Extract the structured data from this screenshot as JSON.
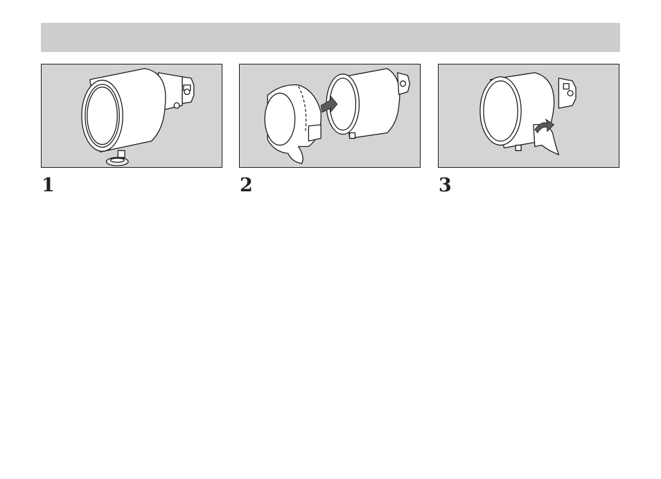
{
  "header": {
    "title": ""
  },
  "steps": [
    {
      "number": "1",
      "illustration": "lens-hood-attached-icon"
    },
    {
      "number": "2",
      "illustration": "hood-detach-arrow-icon"
    },
    {
      "number": "3",
      "illustration": "hood-rotate-arrow-icon"
    }
  ],
  "colors": {
    "header_bg": "#cdcdcd",
    "panel_bg": "#d4d4d4",
    "line": "#1a1a1a",
    "fill": "#ffffff",
    "arrow": "#5a5a5a"
  }
}
